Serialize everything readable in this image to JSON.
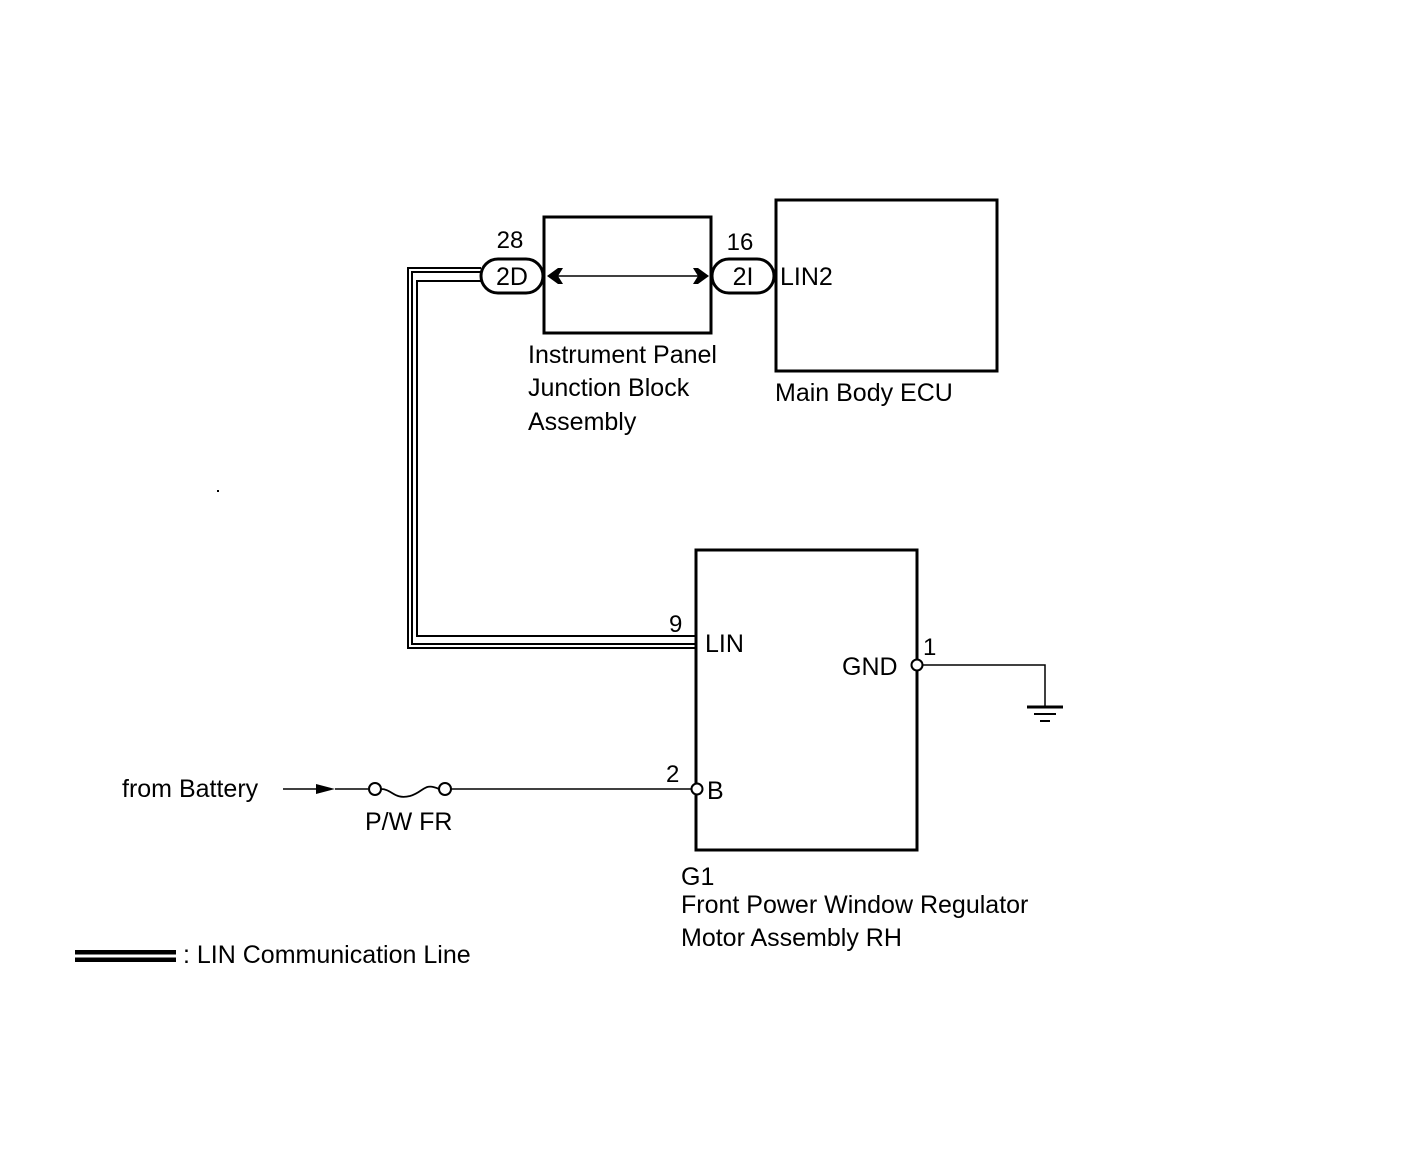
{
  "components": {
    "junction_block": {
      "name_lines": [
        "Instrument Panel",
        "Junction Block",
        "Assembly"
      ],
      "left_connector": {
        "code": "2D",
        "pin": "28"
      },
      "right_connector": {
        "code": "2I",
        "pin": "16"
      }
    },
    "main_body_ecu": {
      "name": "Main Body ECU",
      "terminal": "LIN2"
    },
    "motor": {
      "code": "G1",
      "name_lines": [
        "Front Power Window Regulator",
        "Motor Assembly RH"
      ],
      "terminals": {
        "lin": {
          "label": "LIN",
          "pin": "9"
        },
        "gnd": {
          "label": "GND",
          "pin": "1"
        },
        "b": {
          "label": "B",
          "pin": "2"
        }
      }
    }
  },
  "power": {
    "source": "from Battery",
    "fuse": "P/W FR"
  },
  "legend": {
    "text": ": LIN Communication Line"
  },
  "colors": {
    "line": "#000000",
    "background": "#ffffff"
  }
}
